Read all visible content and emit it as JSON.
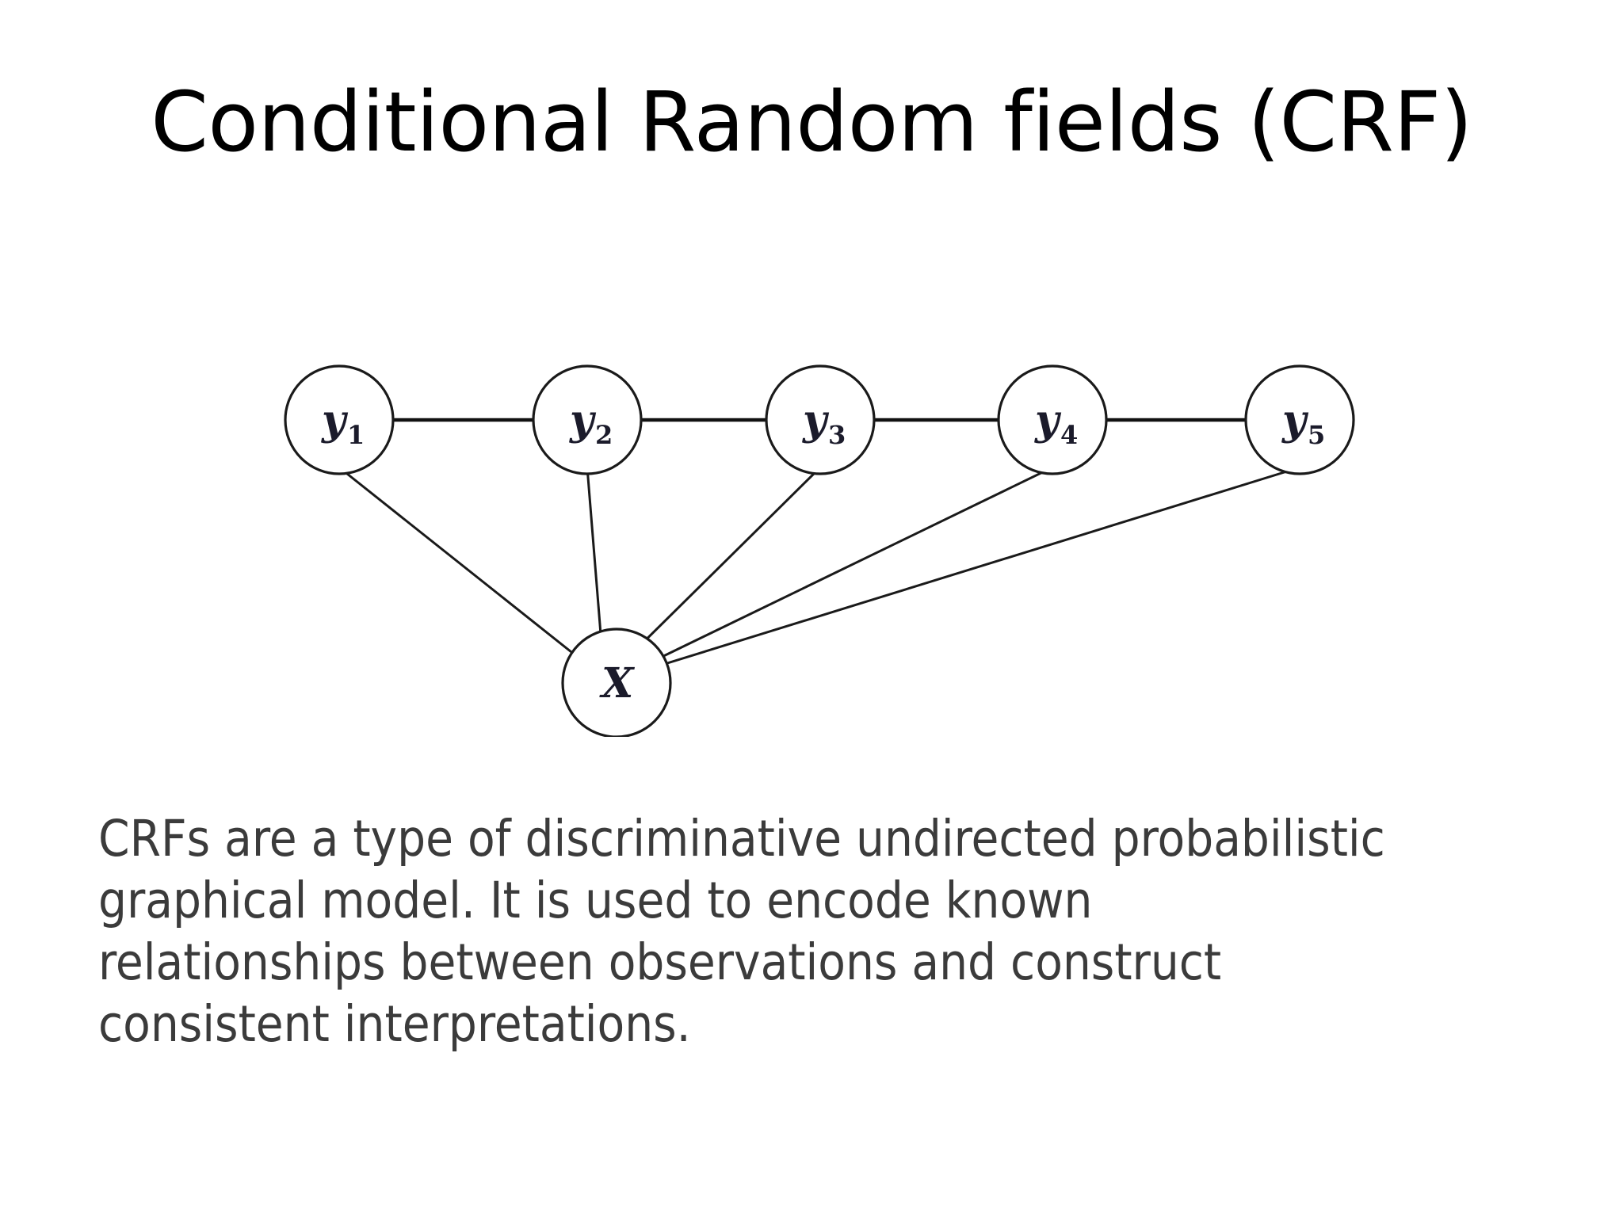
{
  "slide": {
    "background_color": "#ffffff",
    "title": "Conditional Random fields (CRF)",
    "title_color": "#000000"
  },
  "figure": {
    "caption_alt": "crf-factor-graph",
    "node_label_color": "#1b1b2b",
    "edge_color": "#1a1a1a",
    "nodes": [
      {
        "id": "y1",
        "base": "y",
        "sub": "1"
      },
      {
        "id": "y2",
        "base": "y",
        "sub": "2"
      },
      {
        "id": "y3",
        "base": "y",
        "sub": "3"
      },
      {
        "id": "y4",
        "base": "y",
        "sub": "4"
      },
      {
        "id": "y5",
        "base": "y",
        "sub": "5"
      },
      {
        "id": "x",
        "base": "X",
        "sub": ""
      }
    ]
  },
  "body": {
    "text_color": "#3b3b3b",
    "lines": [
      "CRFs are a type of discriminative undirected probabilistic",
      "graphical model. It is used to encode known",
      "relationships between observations and construct",
      "consistent interpretations."
    ],
    "full_text": "CRFs are a type of discriminative undirected probabilistic graphical model. It is used to encode known relationships between observations and construct consistent interpretations."
  }
}
